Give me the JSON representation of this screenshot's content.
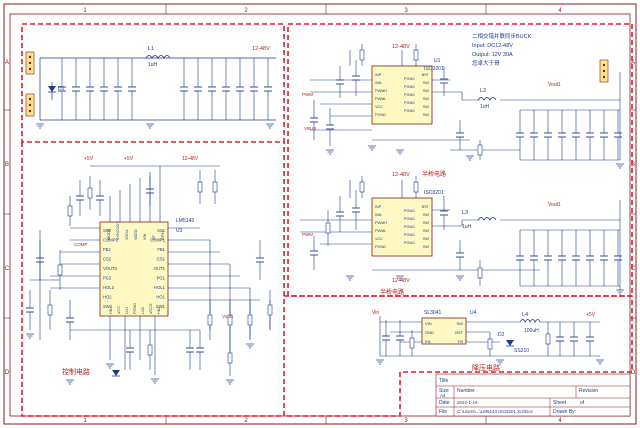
{
  "sheet": {
    "columns": [
      "1",
      "2",
      "3",
      "4"
    ],
    "rows": [
      "A",
      "B",
      "C",
      "D"
    ]
  },
  "sections": {
    "buck_title": "二相交错并联同步BUCK",
    "buck_input": "Input: DC12-48V",
    "buck_output": "Output: 12V 30A",
    "buck_author": "您卓大于哥",
    "control_circuit": "控制电路",
    "half_bridge_top": "半桥电路",
    "half_bridge_bottom": "半桥电路",
    "step_down": "降压电路"
  },
  "parts": {
    "l1": "L1",
    "l1_val": "1uH",
    "l2": "L2",
    "l2_val": "1uH",
    "l3": "L3",
    "l3_val": "1uH",
    "l4": "L4",
    "l4_val": "100uH",
    "u1": "U1",
    "u1_name": "ISO3201",
    "u2_name": "ISO3201",
    "u3": "U3",
    "u3_name": "LM5143",
    "u4": "U4",
    "u4_name": "SL3041",
    "d1": "D1",
    "d2": "D2",
    "d2_name": "SS210",
    "d3_name": "SS54",
    "net_12_48v": "12-48V",
    "net_vout": "Vout1",
    "net_5v": "+5V",
    "net_vin": "Vin",
    "net_vbus": "VBUS",
    "net_pwm": "PWM",
    "net_comp": "COMP"
  },
  "ic_pins": {
    "u3_left": [
      "SS2",
      "COMP2",
      "FB2",
      "CS2",
      "VOUT2",
      "PG2",
      "HOL2",
      "HO2",
      "SW2"
    ],
    "u3_right": [
      "SS1",
      "COMP1",
      "FB1",
      "CS1",
      "OUT1",
      "PG1",
      "HOL1",
      "HO1",
      "SW1"
    ],
    "u3_top": [
      "MODE",
      "SYNCOUT",
      "VDDA",
      "VDDD",
      "VIN",
      "RT",
      "DITH"
    ],
    "u3_bottom": [
      "HB1",
      "VCC",
      "LO1",
      "PGND",
      "LO2",
      "VCCX",
      "HB2"
    ],
    "gate_left": [
      "INP",
      "INN",
      "PWMH",
      "PWML",
      "VCC",
      "PGND"
    ],
    "gate_right": [
      "BST",
      "SW",
      "SW",
      "SW",
      "SW",
      "SW"
    ],
    "gate_mid": [
      "PGND",
      "PGND",
      "PGND",
      "PGND",
      "PGND"
    ],
    "u4_left": [
      "VIN",
      "GND",
      "EN"
    ],
    "u4_right": [
      "SW",
      "BST",
      "FB"
    ]
  },
  "title_block": {
    "title": "Title",
    "size_label": "Size",
    "size": "A4",
    "number_label": "Number",
    "revision_label": "Revision",
    "date_label": "Date",
    "date": "2022-1-16",
    "sheet_label": "Sheet",
    "sheet_of": "of",
    "file_label": "File",
    "file": "C:\\Users\\...\\LM5143 ISO3201.SchDoc",
    "drawn_label": "Drawn By:"
  }
}
